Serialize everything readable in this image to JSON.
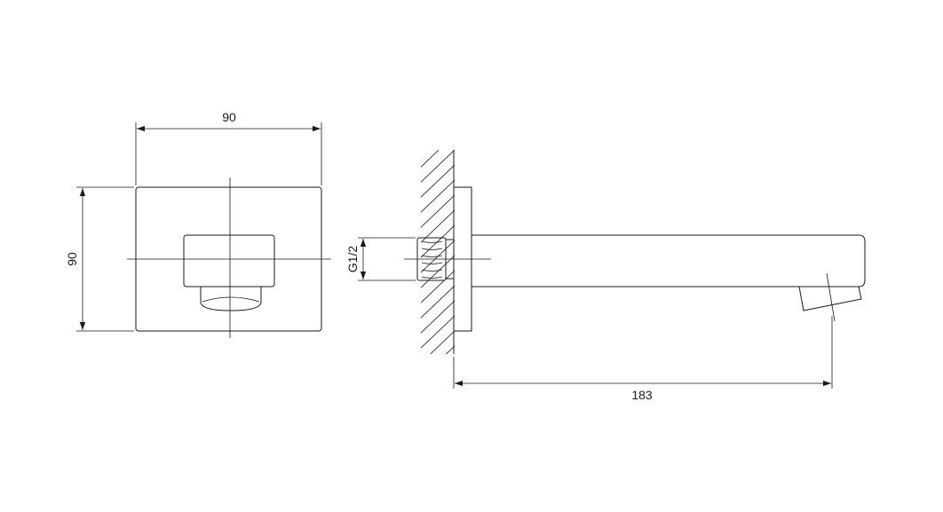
{
  "colors": {
    "line": "#1a1a1a",
    "background": "#ffffff"
  },
  "front_view": {
    "width_label": "90",
    "height_label": "90"
  },
  "side_view": {
    "thread_label": "G1/2",
    "length_label": "183"
  }
}
